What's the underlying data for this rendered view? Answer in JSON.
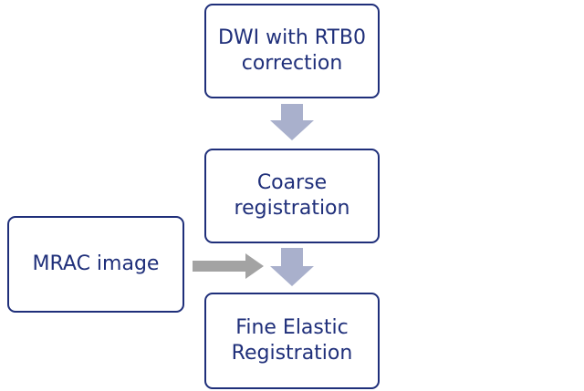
{
  "diagram": {
    "nodes": {
      "dwi": {
        "line1": "DWI with RTB0",
        "line2": "correction"
      },
      "coarse": {
        "line1": "Coarse",
        "line2": "registration"
      },
      "fine": {
        "line1": "Fine Elastic",
        "line2": "Registration"
      },
      "mrac": {
        "line1": "MRAC image"
      }
    },
    "edges": [
      {
        "from": "dwi",
        "to": "coarse"
      },
      {
        "from": "coarse",
        "to": "fine"
      },
      {
        "from": "mrac",
        "to": "fine"
      }
    ],
    "colors": {
      "box_border": "#1f2f7a",
      "text": "#1f2f7a",
      "down_arrow": "#a9b0cc",
      "side_arrow": "#a3a3a3"
    }
  }
}
